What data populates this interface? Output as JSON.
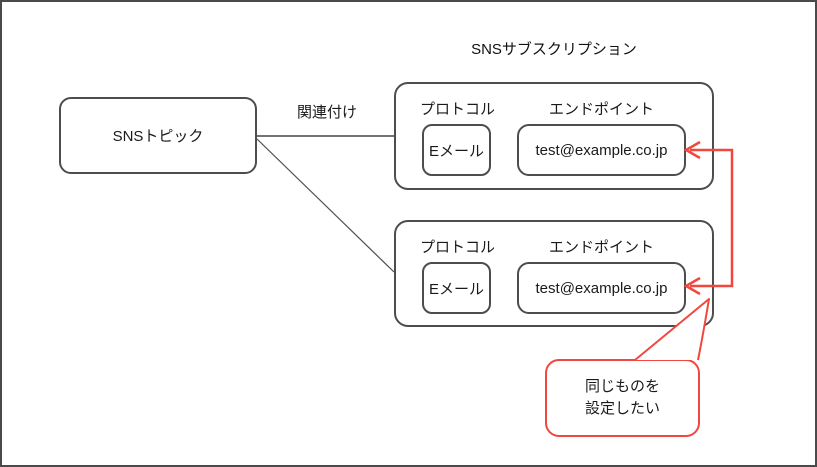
{
  "diagram": {
    "title": "SNSサブスクリプション",
    "topic": {
      "label": "SNSトピック"
    },
    "association": {
      "label": "関連付け"
    },
    "subscriptions": [
      {
        "protocol_label": "プロトコル",
        "endpoint_label": "エンドポイント",
        "protocol_value": "Eメール",
        "endpoint_value": "test@example.co.jp"
      },
      {
        "protocol_label": "プロトコル",
        "endpoint_label": "エンドポイント",
        "protocol_value": "Eメール",
        "endpoint_value": "test@example.co.jp"
      }
    ],
    "callout": {
      "line1": "同じものを",
      "line2": "設定したい"
    },
    "colors": {
      "accent_red": "#f2473d",
      "box_border": "#4d4d4d",
      "connector_gray": "#737373",
      "text": "#1a1a1a"
    }
  }
}
